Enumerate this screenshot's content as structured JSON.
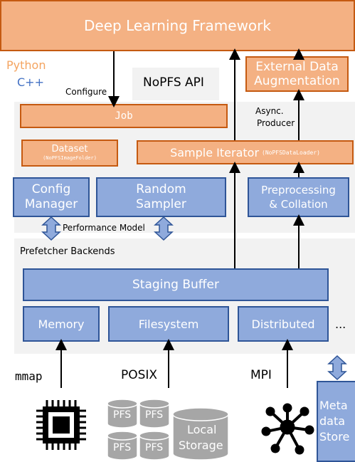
{
  "framework": "Deep Learning Framework",
  "external_aug_line1": "External Data",
  "external_aug_line2": "Augmentation",
  "python_label": "Python",
  "cpp_label": "C++",
  "configure_label": "Configure",
  "api_label": "NoPFS API",
  "async_line1": "Async.",
  "async_line2": "Producer",
  "job": "Job",
  "dataset": "Dataset",
  "dataset_sub": "(NoPFSImageFolder)",
  "sample_iterator": "Sample Iterator",
  "sample_iterator_sub": "(NoPFSDataLoader)",
  "config_manager_line1": "Config",
  "config_manager_line2": "Manager",
  "random_sampler_line1": "Random",
  "random_sampler_line2": "Sampler",
  "preprocessing_line1": "Preprocessing",
  "preprocessing_line2": "& Collation",
  "performance_model": "Performance Model",
  "prefetcher_backends": "Prefetcher Backends",
  "staging_buffer": "Staging Buffer",
  "memory": "Memory",
  "filesystem": "Filesystem",
  "distributed": "Distributed",
  "ellipsis": "...",
  "mmap": "mmap",
  "posix": "POSIX",
  "mpi": "MPI",
  "pfs": "PFS",
  "local_line1": "Local",
  "local_line2": "Storage",
  "meta_line1": "Meta",
  "meta_line2": "data",
  "meta_line3": "Store",
  "colors": {
    "orange_fill": "#f4b183",
    "orange_border": "#c55a11",
    "blue_fill": "#8faadc",
    "blue_border": "#2f5597",
    "python": "#f4a460",
    "cpp": "#4472c4",
    "cylinder": "#a6a6a6"
  }
}
